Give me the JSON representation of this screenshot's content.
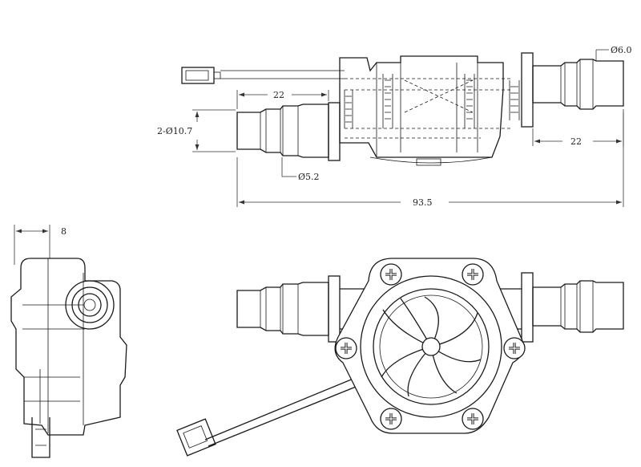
{
  "dimensions": {
    "outer_diameter": "Ø6.0",
    "left_barb_length": "22",
    "right_barb_length": "22",
    "barb_diameter": "2-Ø10.7",
    "inner_diameter": "Ø5.2",
    "overall_length": "93.5",
    "side_offset": "8"
  },
  "colors": {
    "line": "#1a1a1a",
    "background": "#ffffff"
  }
}
